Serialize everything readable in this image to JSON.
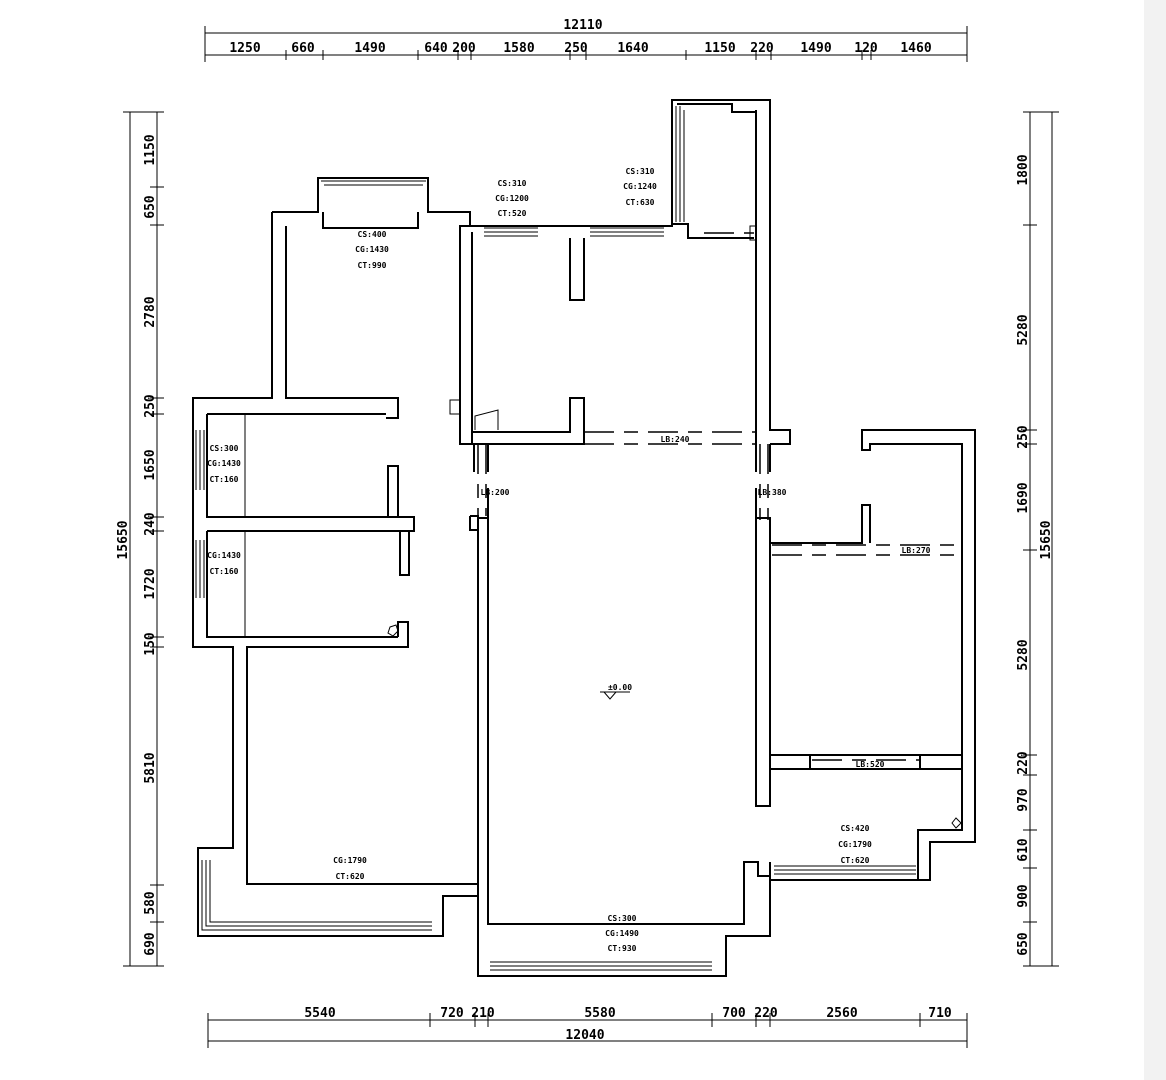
{
  "dimensions": {
    "top_total": "12110",
    "top_segments": [
      "1250",
      "660",
      "1490",
      "640",
      "200",
      "1580",
      "250",
      "1640",
      "1150",
      "220",
      "1490",
      "120",
      "1460"
    ],
    "bottom_total": "12040",
    "bottom_segments": [
      "5540",
      "720",
      "210",
      "5580",
      "700",
      "220",
      "2560",
      "710"
    ],
    "left_total": "15650",
    "left_segments": [
      "1150",
      "650",
      "2780",
      "250",
      "1650",
      "240",
      "1720",
      "150",
      "5810",
      "580",
      "690"
    ],
    "right_total": "15650",
    "right_segments": [
      "1800",
      "5280",
      "250",
      "1690",
      "5280",
      "220",
      "970",
      "610",
      "900",
      "650"
    ]
  },
  "annotations": {
    "top_bay_window": [
      "CS:400",
      "CG:1430",
      "CT:990"
    ],
    "top_window_mid": [
      "CS:310",
      "CG:1200",
      "CT:520"
    ],
    "top_window_right": [
      "CS:310",
      "CG:1240",
      "CT:630"
    ],
    "left_window_upper": [
      "CS:300",
      "CG:1430",
      "CT:160"
    ],
    "left_window_lower": [
      "CG:1430",
      "CT:160"
    ],
    "bottom_left_window": [
      "CG:1790",
      "CT:620"
    ],
    "bottom_center_window": [
      "CS:300",
      "CG:1490",
      "CT:930"
    ],
    "bottom_right_window": [
      "CS:420",
      "CG:1790",
      "CT:620"
    ],
    "beam_kitchen": "LB:240",
    "beam_left": "LB:200",
    "beam_right": "LB:380",
    "beam_east_upper": "LB:270",
    "beam_east_lower": "LB:520",
    "floor_level": "±0.00"
  }
}
